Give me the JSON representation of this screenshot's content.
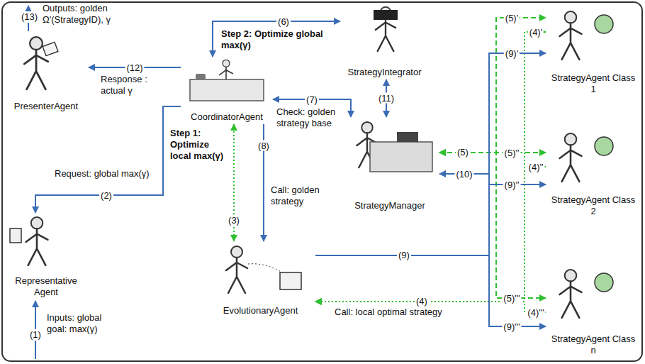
{
  "diagram": {
    "nodes": [
      {
        "text": [
          "PresenterAgent"
        ]
      },
      {
        "text": [
          "StrategyIntegrator"
        ]
      },
      {
        "text": [
          "StrategyAgent Class 1"
        ]
      },
      {
        "text": [
          "CoordinatorAgent"
        ]
      },
      {
        "text": [
          "StrategyManager"
        ]
      },
      {
        "text": [
          "StrategyAgent Class 2"
        ]
      },
      {
        "text": [
          "Representative Agent"
        ]
      },
      {
        "text": [
          "EvolutionaryAgent"
        ]
      },
      {
        "text": [
          "StrategyAgent Class n"
        ]
      }
    ],
    "edges": [
      {
        "from": 3,
        "to": 0,
        "label": "(12)",
        "arrow": "to"
      },
      {
        "from": 3,
        "to": 6,
        "label": "(2)",
        "arrow": "to"
      },
      {
        "from": 3,
        "to": 1,
        "label": "(6)",
        "arrow": "both"
      },
      {
        "from": 1,
        "to": 4,
        "label": "(11)",
        "arrow": "both"
      },
      {
        "from": 3,
        "to": 4,
        "label": "(7)",
        "arrow": "both"
      },
      {
        "from": 3,
        "to": 7,
        "label": "(3)",
        "arrow": "both"
      },
      {
        "from": 3,
        "to": 7,
        "label": "(8)",
        "arrow": "to"
      },
      {
        "from": 4,
        "to": 2,
        "label": "(5)'",
        "arrow": "both"
      },
      {
        "from": 4,
        "to": 5,
        "label": "(5)''",
        "arrow": "both"
      },
      {
        "from": 4,
        "to": 8,
        "label": "(5)'''",
        "arrow": "both"
      },
      {
        "from": 2,
        "to": 7,
        "label": "(4)'",
        "arrow": "both"
      },
      {
        "from": 5,
        "to": 7,
        "label": "(4)''",
        "arrow": "both"
      },
      {
        "from": 8,
        "to": 7,
        "label": "(4)'''",
        "arrow": "both"
      },
      {
        "from": 7,
        "to": 2,
        "label": "(9)'",
        "arrow": "to"
      },
      {
        "from": 7,
        "to": 5,
        "label": "(9)''",
        "arrow": "to"
      },
      {
        "from": 7,
        "to": 8,
        "label": "(9)'''",
        "arrow": "to"
      },
      {
        "from": 7,
        "to": 4,
        "label": "(10)",
        "arrow": "to"
      }
    ],
    "labels": [
      "(13)",
      "Outputs: golden Ω'(StrategyID), γ",
      "Response : actual γ",
      "Request: global max(γ)",
      "Step 2: Optimize global max(γ)",
      "Check: golden strategy base",
      "Step 1: Optimize local max(γ)",
      "Call: golden strategy",
      "(5)",
      "(9)",
      "(4)",
      "Call: local optimal strategy",
      "Inputs: global goal: max(γ)",
      "(1)"
    ]
  }
}
